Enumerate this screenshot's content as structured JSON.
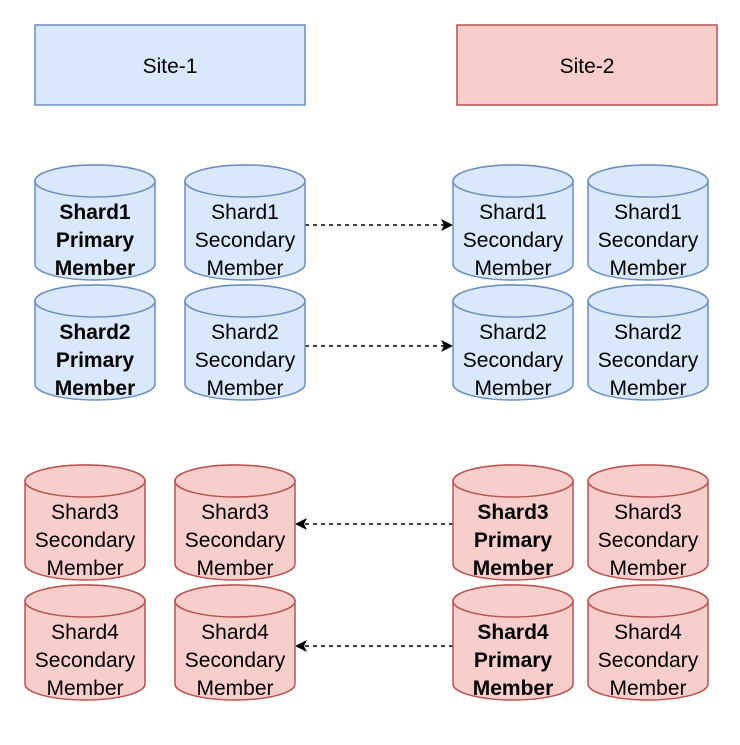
{
  "colors": {
    "blue_fill": "#dae8fc",
    "blue_stroke": "#6c8ebf",
    "red_fill": "#f8cecc",
    "red_stroke": "#b85450",
    "text": "#000000",
    "arrow": "#000000"
  },
  "sites": [
    {
      "label": "Site-1",
      "theme": "blue"
    },
    {
      "label": "Site-2",
      "theme": "red"
    }
  ],
  "cylinders": [
    {
      "name": "cylinder-shard1-primary-site1",
      "theme": "blue",
      "lines": [
        "Shard1",
        "Primary",
        "Member"
      ],
      "bold": true
    },
    {
      "name": "cylinder-shard1-secondary-site1",
      "theme": "blue",
      "lines": [
        "Shard1",
        "Secondary",
        "Member"
      ],
      "bold": false
    },
    {
      "name": "cylinder-shard1-secondary-site2-a",
      "theme": "blue",
      "lines": [
        "Shard1",
        "Secondary",
        "Member"
      ],
      "bold": false
    },
    {
      "name": "cylinder-shard1-secondary-site2-b",
      "theme": "blue",
      "lines": [
        "Shard1",
        "Secondary",
        "Member"
      ],
      "bold": false
    },
    {
      "name": "cylinder-shard2-primary-site1",
      "theme": "blue",
      "lines": [
        "Shard2",
        "Primary",
        "Member"
      ],
      "bold": true
    },
    {
      "name": "cylinder-shard2-secondary-site1",
      "theme": "blue",
      "lines": [
        "Shard2",
        "Secondary",
        "Member"
      ],
      "bold": false
    },
    {
      "name": "cylinder-shard2-secondary-site2-a",
      "theme": "blue",
      "lines": [
        "Shard2",
        "Secondary",
        "Member"
      ],
      "bold": false
    },
    {
      "name": "cylinder-shard2-secondary-site2-b",
      "theme": "blue",
      "lines": [
        "Shard2",
        "Secondary",
        "Member"
      ],
      "bold": false
    },
    {
      "name": "cylinder-shard3-secondary-site1-a",
      "theme": "red",
      "lines": [
        "Shard3",
        "Secondary",
        "Member"
      ],
      "bold": false
    },
    {
      "name": "cylinder-shard3-secondary-site1-b",
      "theme": "red",
      "lines": [
        "Shard3",
        "Secondary",
        "Member"
      ],
      "bold": false
    },
    {
      "name": "cylinder-shard3-primary-site2",
      "theme": "red",
      "lines": [
        "Shard3",
        "Primary",
        "Member"
      ],
      "bold": true
    },
    {
      "name": "cylinder-shard3-secondary-site2",
      "theme": "red",
      "lines": [
        "Shard3",
        "Secondary",
        "Member"
      ],
      "bold": false
    },
    {
      "name": "cylinder-shard4-secondary-site1-a",
      "theme": "red",
      "lines": [
        "Shard4",
        "Secondary",
        "Member"
      ],
      "bold": false
    },
    {
      "name": "cylinder-shard4-secondary-site1-b",
      "theme": "red",
      "lines": [
        "Shard4",
        "Secondary",
        "Member"
      ],
      "bold": false
    },
    {
      "name": "cylinder-shard4-primary-site2",
      "theme": "red",
      "lines": [
        "Shard4",
        "Primary",
        "Member"
      ],
      "bold": true
    },
    {
      "name": "cylinder-shard4-secondary-site2",
      "theme": "red",
      "lines": [
        "Shard4",
        "Secondary",
        "Member"
      ],
      "bold": false
    }
  ],
  "arrows": [
    {
      "name": "arrow-shard1-replication"
    },
    {
      "name": "arrow-shard2-replication"
    },
    {
      "name": "arrow-shard3-replication"
    },
    {
      "name": "arrow-shard4-replication"
    }
  ]
}
